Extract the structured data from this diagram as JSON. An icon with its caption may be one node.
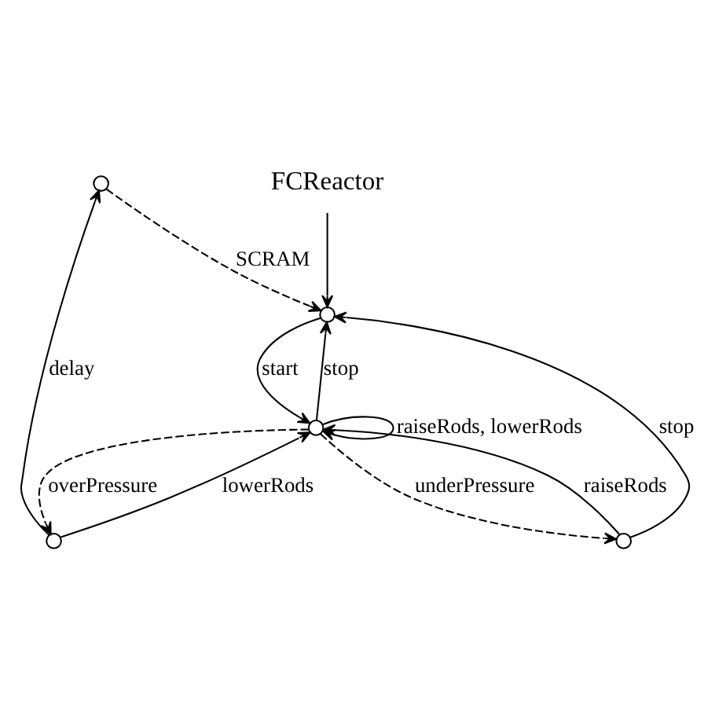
{
  "diagram": {
    "nodes": [
      {
        "text": [],
        "shape": "circle"
      },
      {
        "text": [],
        "shape": "circle"
      },
      {
        "text": [
          "FCReactor"
        ]
      },
      {
        "text": [],
        "shape": "circle"
      },
      {
        "text": [],
        "shape": "circle"
      },
      {
        "text": [],
        "shape": "circle"
      }
    ],
    "edges": [
      {
        "from": 1,
        "to": 0,
        "arrow": "to",
        "label": "delay"
      },
      {
        "from": 0,
        "to": 3,
        "arrow": "to",
        "label": "SCRAM",
        "style": "dashed"
      },
      {
        "from": 2,
        "to": 3,
        "arrow": "to"
      },
      {
        "from": 3,
        "to": 4,
        "arrow": "to",
        "label": "start"
      },
      {
        "from": 4,
        "to": 3,
        "arrow": "to",
        "label": "stop"
      },
      {
        "from": 4,
        "to": 1,
        "arrow": "to",
        "label": "overPressure",
        "style": "dashed"
      },
      {
        "from": 1,
        "to": 4,
        "arrow": "to",
        "label": "lowerRods"
      },
      {
        "from": 4,
        "to": 4,
        "arrow": "to",
        "label": "raiseRods, lowerRods"
      },
      {
        "from": 4,
        "to": 5,
        "arrow": "to",
        "label": "underPressure",
        "style": "dashed"
      },
      {
        "from": 5,
        "to": 4,
        "arrow": "to",
        "label": "raiseRods"
      },
      {
        "from": 5,
        "to": 3,
        "arrow": "to",
        "label": "stop"
      }
    ]
  }
}
